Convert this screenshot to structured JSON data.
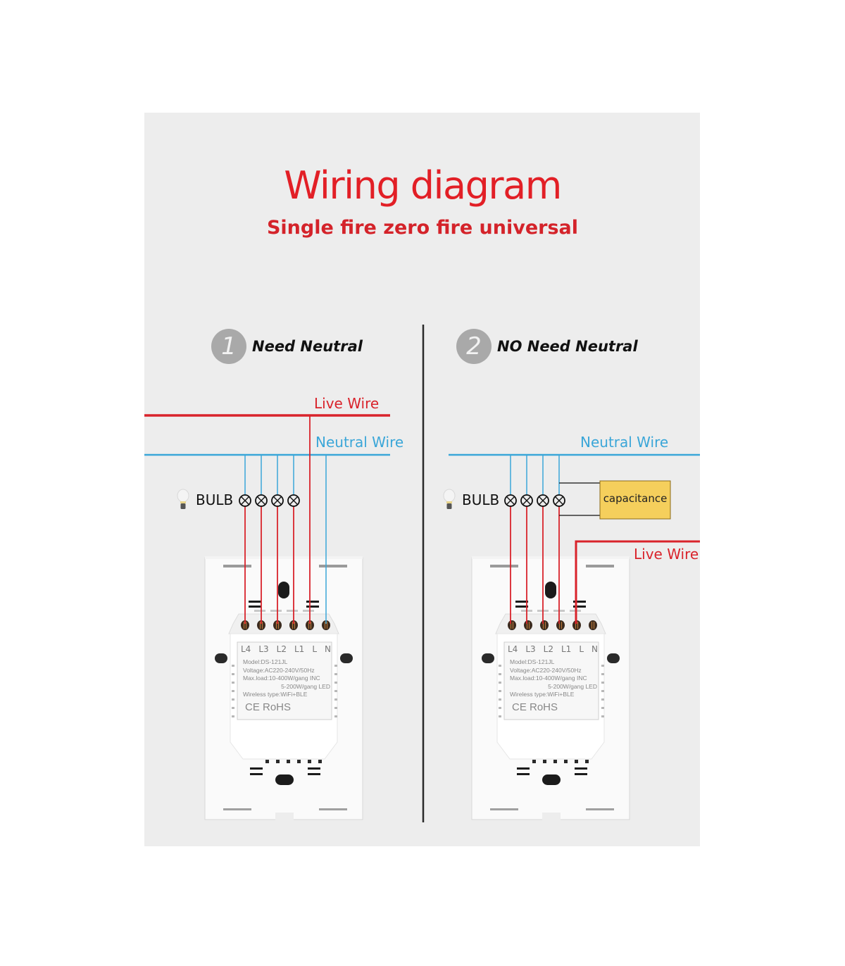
{
  "header": {
    "title": "Wiring diagram",
    "subtitle": "Single fire zero fire universal"
  },
  "colors": {
    "title_red": "#e21f26",
    "live_red": "#d9232b",
    "neutral_blue": "#3aa6d8",
    "capacitance_fill": "#f5cf5c",
    "panel_bg": "#ededed",
    "badge_grey": "#a9a9a9"
  },
  "sections": [
    {
      "number": "1",
      "label": "Need Neutral",
      "live_wire_label": "Live Wire",
      "neutral_wire_label": "Neutral Wire",
      "bulb_label": "BULB",
      "bulb_count": 4
    },
    {
      "number": "2",
      "label": "NO Need Neutral",
      "live_wire_label": "Live Wire",
      "neutral_wire_label": "Neutral Wire",
      "bulb_label": "BULB",
      "bulb_count": 4,
      "capacitance_label": "capacitance"
    }
  ],
  "device": {
    "terminals": [
      "L4",
      "L3",
      "L2",
      "L1",
      "L",
      "N"
    ],
    "spec_lines": [
      "Model:DS-121JL",
      "Voltage:AC220-240V/50Hz",
      "Max.load:10-400W/gang  INC",
      "5-200W/gang  LED",
      "Wireless type:WiFi+BLE"
    ],
    "cert_marks": "CE RoHS"
  }
}
